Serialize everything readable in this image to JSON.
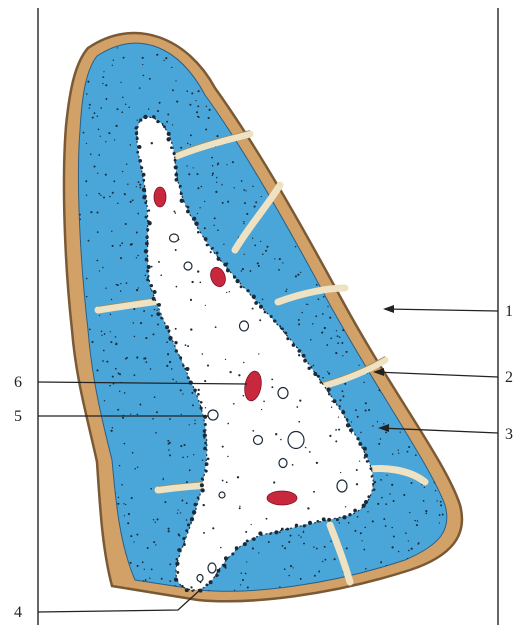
{
  "colors": {
    "background": "#ffffff",
    "capsule": "#d2a168",
    "capsule_edge": "#7a5a35",
    "cortex": "#4aa6d8",
    "trabecula": "#efe2c2",
    "medulla": "#ffffff",
    "vessel_red": "#c8283e",
    "dots": "#1c2a38",
    "line": "#222222"
  },
  "callouts": {
    "c1": "1",
    "c2": "2",
    "c3": "3",
    "c4": "4",
    "c5": "5",
    "c6": "6"
  }
}
